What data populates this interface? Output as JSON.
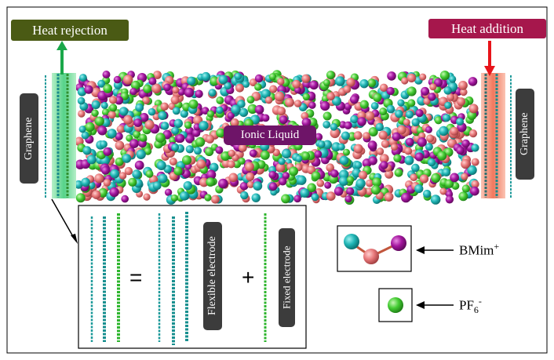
{
  "labels": {
    "heat_rejection": "Heat rejection",
    "heat_addition": "Heat addition",
    "graphene_left": "Graphene",
    "graphene_right": "Graphene",
    "ionic_liquid": "Ionic Liquid",
    "flexible_electrode": "Flexible electrode",
    "fixed_electrode": "Fixed electrode",
    "equals": "=",
    "plus": "+",
    "cation_name": "BMim",
    "cation_charge": "+",
    "anion_name": "PF",
    "anion_sub": "6",
    "anion_charge": "-"
  },
  "colors": {
    "ion_teal": "#1fb5b5",
    "ion_green": "#44cc33",
    "ion_magenta": "#a3159e",
    "ion_salmon": "#e8787a",
    "heat_rejection_arrow": "#1aa84a",
    "heat_addition_arrow": "#e8141a",
    "cold_glow": "#56d38a",
    "hot_glow": "#f2795e",
    "graphene_sheet": "#1e9a9a"
  }
}
